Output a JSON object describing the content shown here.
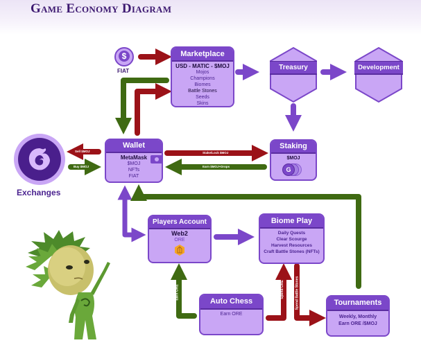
{
  "title": "Game Economy Diagram",
  "colors": {
    "node_fill": "#c9a6f5",
    "node_header": "#7b47c9",
    "title": "#3c1870",
    "arrow_purple": "#7b47c9",
    "arrow_red": "#9b1218",
    "arrow_green": "#3f6a12"
  },
  "fiat": {
    "label": "FIAT",
    "icon": "dollar-coin-icon",
    "symbol": "$"
  },
  "exchanges": {
    "label": "Exchanges",
    "icon": "exchange-logo-icon"
  },
  "marketplace": {
    "title": "Marketplace",
    "subtitle": "USD - MATIC - $MOJ",
    "items": [
      "Mojos",
      "Champions",
      "Biomes",
      "Battle Stones",
      "Seeds",
      "Skins"
    ]
  },
  "treasury": {
    "title": "Treasury"
  },
  "development": {
    "title": "Development"
  },
  "wallet": {
    "title": "Wallet",
    "subtitle": "MetaMask",
    "items": [
      "$MOJ",
      "NFTs",
      "FIAT"
    ],
    "icon": "wallet-icon"
  },
  "staking": {
    "title": "Staking",
    "subtitle": "$MOJ",
    "icon": "coin-stack-icon"
  },
  "players_account": {
    "title": "Players Account",
    "subtitle": "Web2",
    "items": [
      "ORE"
    ],
    "icon": "ore-crystal-icon"
  },
  "biome_play": {
    "title": "Biome Play",
    "items": [
      "Daily Quests",
      "Clear Scourge",
      "Harvest Resources",
      "Craft Battle Stones (NFTs)"
    ]
  },
  "auto_chess": {
    "title": "Auto Chess",
    "items": [
      "Earn ORE"
    ]
  },
  "tournaments": {
    "title": "Tournaments",
    "items": [
      "Weekly, Monthly",
      "Earn ORE /$MOJ"
    ]
  },
  "arrows": {
    "sell": "Sell $MOJ",
    "buy": "Buy $MOJ",
    "stake": "Stake/Lock $MOJ",
    "earn_drops": "Earn $MOJ+Drops",
    "earn_ore": "Earn ORE",
    "spend_ore": "Spend ORE",
    "spend_battle_stones": "Spend Battle Stones"
  },
  "mascot": {
    "icon": "plant-mascot-illustration"
  }
}
